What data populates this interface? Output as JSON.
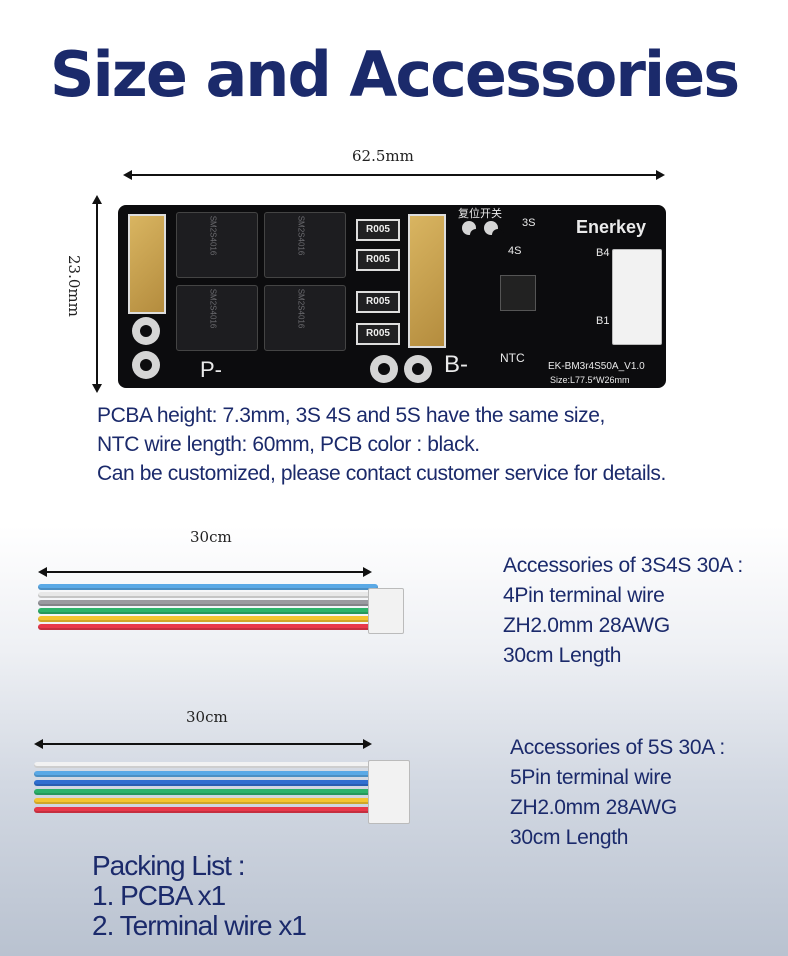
{
  "title": "Size and Accessories",
  "dimensions": {
    "width": "62.5mm",
    "height": "23.0mm"
  },
  "pcb": {
    "brand": "Enerkey",
    "model": "EK-BM3r4S50A_V1.0",
    "size": "Size:L77.5*W26mm",
    "reset_label": "复位开关",
    "ntc_label": "NTC",
    "p_label": "P-",
    "b_label": "B-",
    "resistor_label": "R005",
    "s3": "3S",
    "s4": "4S",
    "b1": "B1",
    "b4": "B4"
  },
  "description": [
    "PCBA height: 7.3mm,  3S 4S and 5S have the same size,",
    "NTC wire length:  60mm,  PCB color :  black.",
    "Can be customized, please contact customer service for details."
  ],
  "wire1": {
    "length": "30cm",
    "colors": [
      "#5aa9e6",
      "#e8e8e8",
      "#9a9aa0",
      "#2db36b",
      "#f4c431",
      "#e8384a"
    ],
    "lines": [
      "Accessories of 3S4S 30A :",
      "4Pin terminal wire",
      "ZH2.0mm 28AWG",
      "30cm Length"
    ]
  },
  "wire2": {
    "length": "30cm",
    "colors": [
      "#f2f2f2",
      "#5aa9e6",
      "#2f6fd0",
      "#2db36b",
      "#f4c431",
      "#e8384a"
    ],
    "lines": [
      "Accessories of 5S 30A :",
      "5Pin terminal wire",
      "ZH2.0mm 28AWG",
      "30cm Length"
    ]
  },
  "packing": [
    "Packing List :",
    "1. PCBA x1",
    "2. Terminal wire x1"
  ]
}
